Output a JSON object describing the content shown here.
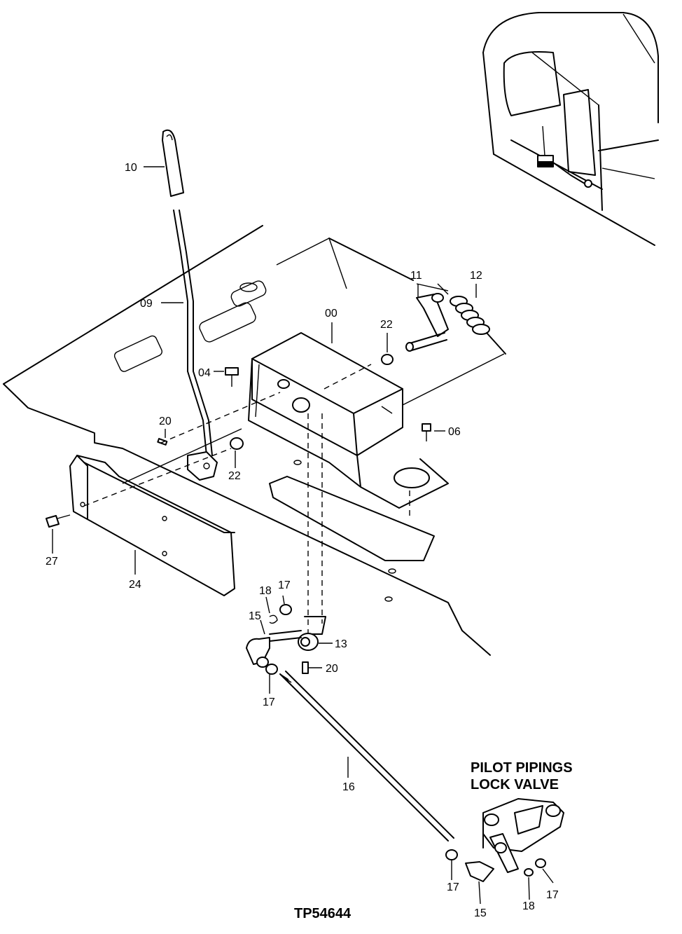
{
  "callouts": [
    {
      "id": "00",
      "text": "00"
    },
    {
      "id": "04",
      "text": "04"
    },
    {
      "id": "06",
      "text": "06"
    },
    {
      "id": "09",
      "text": "09"
    },
    {
      "id": "10",
      "text": "10"
    },
    {
      "id": "11",
      "text": "11"
    },
    {
      "id": "12",
      "text": "12"
    },
    {
      "id": "13",
      "text": "13"
    },
    {
      "id": "15a",
      "text": "15"
    },
    {
      "id": "15b",
      "text": "15"
    },
    {
      "id": "16",
      "text": "16"
    },
    {
      "id": "17a",
      "text": "17"
    },
    {
      "id": "17b",
      "text": "17"
    },
    {
      "id": "17c",
      "text": "17"
    },
    {
      "id": "17d",
      "text": "17"
    },
    {
      "id": "18a",
      "text": "18"
    },
    {
      "id": "18b",
      "text": "18"
    },
    {
      "id": "20a",
      "text": "20"
    },
    {
      "id": "20b",
      "text": "20"
    },
    {
      "id": "22a",
      "text": "22"
    },
    {
      "id": "22b",
      "text": "22"
    },
    {
      "id": "24",
      "text": "24"
    },
    {
      "id": "27",
      "text": "27"
    }
  ],
  "inset_title": {
    "line1": "PILOT PIPINGS",
    "line2": "LOCK VALVE"
  },
  "figure_id": "TP54644"
}
